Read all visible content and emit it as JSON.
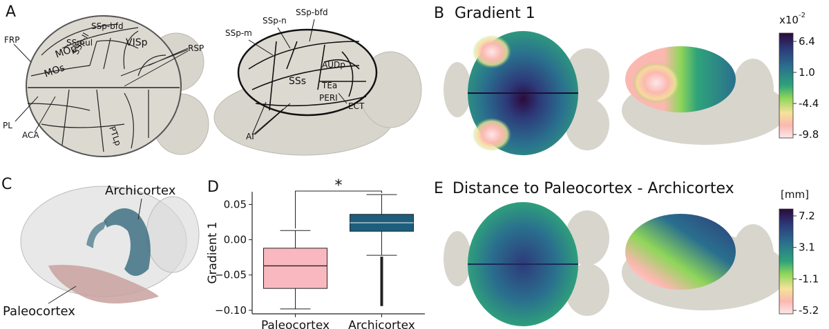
{
  "panels": {
    "A": {
      "letter": "A",
      "top_view_labels": [
        "FRP",
        "MOp",
        "MOs",
        "SSp-ul",
        "SSp-bfd",
        "SSp-ll",
        "VISp",
        "RSP",
        "PL",
        "ACA",
        "PTLp"
      ],
      "side_view_labels": [
        "SSp-m",
        "SSp-n",
        "SSp-bfd",
        "SSs",
        "AUDp",
        "TEa",
        "PERI",
        "ECT",
        "AI"
      ]
    },
    "B": {
      "letter": "B",
      "title": "Gradient 1",
      "colorbar": {
        "exponent": "x10",
        "exponent_power": "-2",
        "ticks": [
          "6.4",
          "1.0",
          "-4.4",
          "-9.8"
        ]
      }
    },
    "C": {
      "letter": "C",
      "labels": {
        "archicortex": "Archicortex",
        "paleocortex": "Paleocortex"
      }
    },
    "D": {
      "letter": "D",
      "significance": "*"
    },
    "E": {
      "letter": "E",
      "title": "Distance to Paleocortex - Archicortex",
      "colorbar": {
        "unit": "[mm]",
        "ticks": [
          "7.2",
          "3.1",
          "-1.1",
          "-5.2"
        ]
      }
    }
  },
  "colors": {
    "colormap": [
      "#2b0a3d",
      "#2d3a7a",
      "#2a6f8e",
      "#2fa37a",
      "#8fd65a",
      "#f5e29a",
      "#fbb8b0",
      "#fde7ea"
    ],
    "paleo_box": "#f9b8bf",
    "archi_box": "#1d5e7d",
    "brain_gray": "#d8d5cd"
  },
  "chart_data": {
    "type": "box",
    "title": "",
    "xlabel": "",
    "ylabel": "Gradient 1",
    "ylim": [
      -0.105,
      0.068
    ],
    "yticks": [
      0.05,
      0.0,
      -0.05,
      -0.1
    ],
    "ytick_labels": [
      "0.05",
      "0.00",
      "−0.05",
      "−0.10"
    ],
    "categories": [
      "Paleocortex",
      "Archicortex"
    ],
    "boxes": [
      {
        "name": "Paleocortex",
        "whisker_low": -0.098,
        "q1": -0.069,
        "median": -0.037,
        "q3": -0.012,
        "whisker_high": 0.013
      },
      {
        "name": "Archicortex",
        "whisker_low": -0.022,
        "q1": 0.012,
        "median": 0.024,
        "q3": 0.036,
        "whisker_high": 0.064,
        "outlier_low": -0.094,
        "outlier_high": -0.024
      }
    ],
    "significance": {
      "label": "*",
      "between": [
        "Paleocortex",
        "Archicortex"
      ]
    }
  }
}
